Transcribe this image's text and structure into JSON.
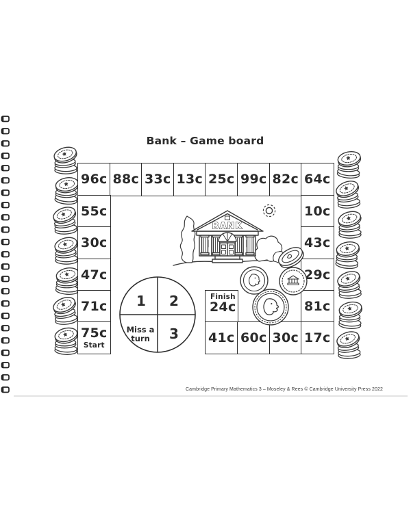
{
  "page": {
    "title": "Bank – Game board",
    "footer": "Cambridge Primary Mathematics 3 – Moseley & Rees © Cambridge University Press 2022"
  },
  "colors": {
    "ink": "#2b2b2b",
    "paper": "#ffffff"
  },
  "board": {
    "top_row": [
      "96c",
      "88c",
      "33c",
      "13c",
      "25c",
      "99c",
      "82c",
      "64c"
    ],
    "left_col": [
      "55c",
      "30c",
      "47c",
      "71c"
    ],
    "start": {
      "value": "75c",
      "label": "Start"
    },
    "right_col": [
      "10c",
      "43c",
      "29c",
      "81c"
    ],
    "bottom_row": [
      "41c",
      "60c",
      "30c",
      "17c"
    ],
    "finish": {
      "label": "Finish",
      "value": "24c"
    }
  },
  "spinner": {
    "q1": "1",
    "q2": "2",
    "q3": "3",
    "q4": "Miss a turn"
  },
  "bank": {
    "sign": "BANK"
  },
  "icons": [
    "spiral-binding",
    "coin-stack-left",
    "coin-stack-right",
    "bank-illustration",
    "sun-icon",
    "tree-icon",
    "coin-icons"
  ]
}
